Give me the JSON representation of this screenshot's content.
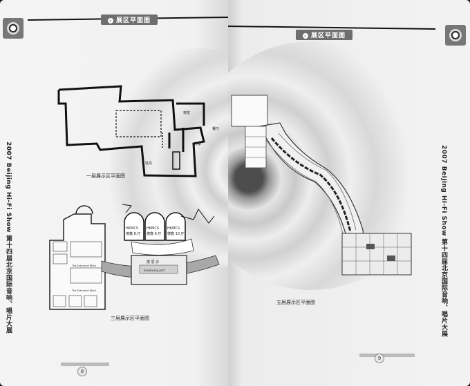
{
  "header": {
    "left": "展区平面图",
    "right": "展区平面图"
  },
  "side_title": {
    "left": "2007 Beijing Hi-Fi Show 第十四届北京国际音响、唱片大展",
    "right": "2007 Beijing Hi-Fi Show 第十四届北京国际音响、唱片大展"
  },
  "floor1": {
    "caption": "一层展示区平面图",
    "rooms": {
      "a": "荷花",
      "b": "餐厅",
      "c": "月季",
      "d": "牡丹"
    }
  },
  "floor3": {
    "caption": "三层展示区平面图",
    "halls": [
      {
        "line1": "HKMCS",
        "line2": "德鑫 8.厅"
      },
      {
        "line1": "HKMCS",
        "line2": "德鑫 9.厅"
      },
      {
        "line1": "HKMCS",
        "line2": "德鑫 10.厅"
      }
    ],
    "center_room": {
      "line1": "楼 层 办",
      "line2": "Employing part"
    },
    "left_labels": [
      "The Executive Wind",
      "The Executive Wind"
    ]
  },
  "floor5": {
    "caption": "五层展示区平面图"
  },
  "page_numbers": {
    "left": "8",
    "right": "9"
  },
  "icons": {
    "header": "arrow-circle-icon",
    "corner": "speaker-icon"
  }
}
